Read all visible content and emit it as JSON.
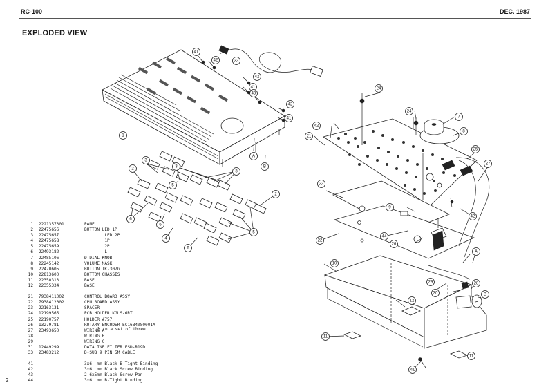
{
  "header": {
    "model": "RC-100",
    "date": "DEC. 1987"
  },
  "title": "EXPLODED VIEW",
  "page_number": "2",
  "parts": [
    {
      "no": "1",
      "code": "2221357301",
      "desc": "PANEL"
    },
    {
      "no": "2",
      "code": "22475656",
      "desc": "BUTTON LED 1P"
    },
    {
      "no": "3",
      "code": "22475657",
      "desc": "        LED 2P"
    },
    {
      "no": "4",
      "code": "22475658",
      "desc": "        1P"
    },
    {
      "no": "5",
      "code": "22475659",
      "desc": "        2P"
    },
    {
      "no": "6",
      "code": "22493182",
      "desc": "        L"
    },
    {
      "no": "7",
      "code": "22485106",
      "desc": "Ø DIAL KNOB"
    },
    {
      "no": "8",
      "code": "22245142",
      "desc": "VOLUME MASK"
    },
    {
      "no": "9",
      "code": "22470605",
      "desc": "BUTTON TK-307G"
    },
    {
      "no": "10",
      "code": "22813600",
      "desc": "BOTTOM CHASSIS"
    },
    {
      "no": "11",
      "code": "22350313",
      "desc": "BASE"
    },
    {
      "no": "12",
      "code": "22355334",
      "desc": "BASE"
    },
    {
      "no": "",
      "code": "",
      "desc": ""
    },
    {
      "no": "21",
      "code": "7938411002",
      "desc": "CONTROL BOARD ASSY"
    },
    {
      "no": "22",
      "code": "7938412002",
      "desc": "CPU BOARD ASSY"
    },
    {
      "no": "23",
      "code": "22163131",
      "desc": "SPACER"
    },
    {
      "no": "24",
      "code": "12199565",
      "desc": "PCB HOLDER KGLS-6RT"
    },
    {
      "no": "25",
      "code": "22190757",
      "desc": "HOLDER #757"
    },
    {
      "no": "26",
      "code": "13279781",
      "desc": "ROTARY ENCODER EC16B4080001A"
    },
    {
      "no": "27",
      "code": "23493650",
      "desc": "WIRING A"
    },
    {
      "no": "28",
      "code": "",
      "desc": "WIRING B"
    },
    {
      "no": "29",
      "code": "",
      "desc": "WIRING C"
    },
    {
      "no": "31",
      "code": "12449299",
      "desc": "DATALINE FILTER ESD-R19D"
    },
    {
      "no": "33",
      "code": "23483212",
      "desc": "D-SUB 9 PIN 5M CABLE"
    },
    {
      "no": "",
      "code": "",
      "desc": ""
    },
    {
      "no": "41",
      "code": "",
      "desc": "3x6  mm Black B-Tight Binding"
    },
    {
      "no": "42",
      "code": "",
      "desc": "3x6  mm Black Screw Binding"
    },
    {
      "no": "43",
      "code": "",
      "desc": "2.6x5mm Black Screw Pan"
    },
    {
      "no": "44",
      "code": "",
      "desc": "3x6  mm B-Tight Binding"
    }
  ],
  "wiring_note": "in a set of three",
  "callouts": [
    "1",
    "2",
    "2",
    "3",
    "3",
    "3",
    "4",
    "5",
    "5",
    "6",
    "6",
    "6",
    "7",
    "8",
    "9",
    "10",
    "11",
    "11",
    "12",
    "21",
    "22",
    "23",
    "24",
    "24",
    "25",
    "26",
    "27",
    "28",
    "29",
    "30",
    "33",
    "41",
    "41",
    "41",
    "41",
    "42",
    "42",
    "42",
    "42",
    "42",
    "43",
    "44",
    "A",
    "A",
    "B",
    "B"
  ]
}
